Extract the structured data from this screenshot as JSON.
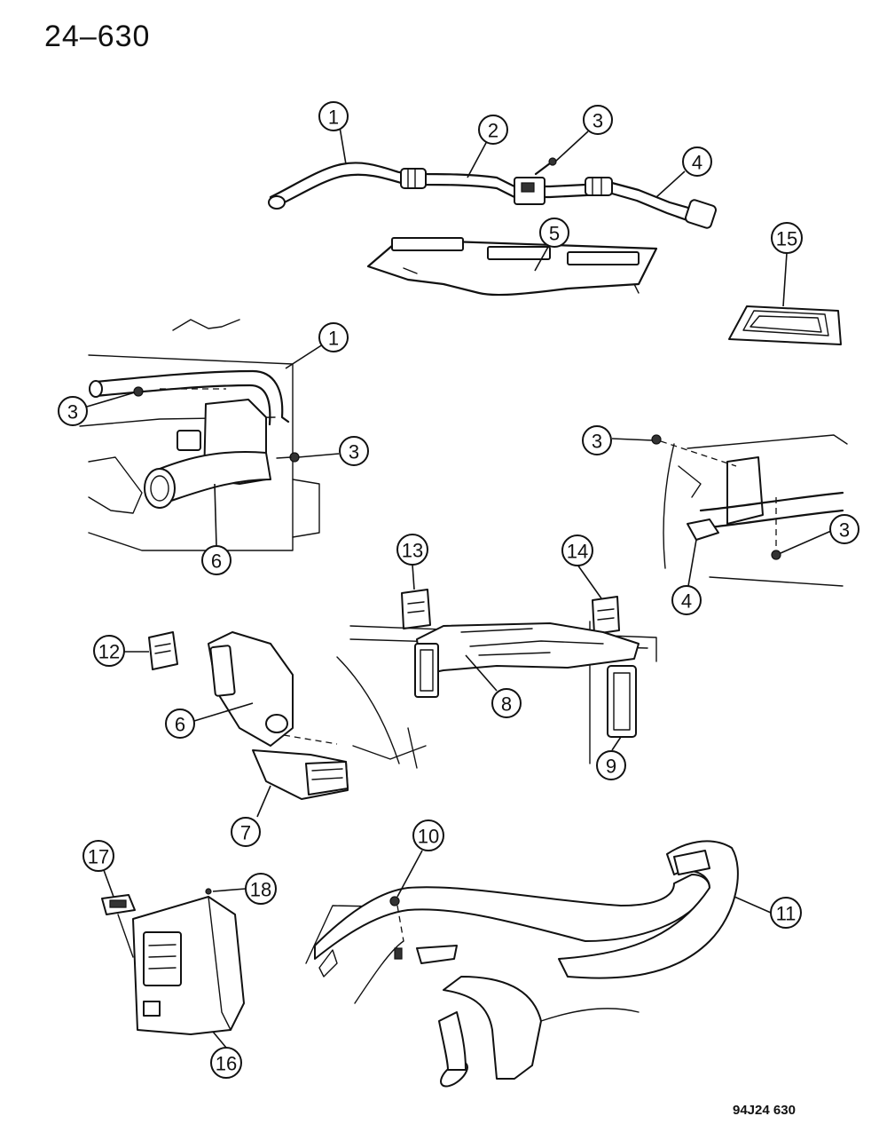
{
  "page": {
    "title": "24–630",
    "figure_code": "94J24 630"
  },
  "callouts": {
    "c1a": "1",
    "c2": "2",
    "c3a": "3",
    "c4a": "4",
    "c5": "5",
    "c15": "15",
    "c1b": "1",
    "c3b": "3",
    "c3c": "3",
    "c6a": "6",
    "c3d": "3",
    "c3e": "3",
    "c4b": "4",
    "c13": "13",
    "c14": "14",
    "c12": "12",
    "c6b": "6",
    "c8": "8",
    "c9": "9",
    "c7": "7",
    "c17": "17",
    "c18": "18",
    "c10": "10",
    "c11": "11",
    "c16": "16"
  }
}
